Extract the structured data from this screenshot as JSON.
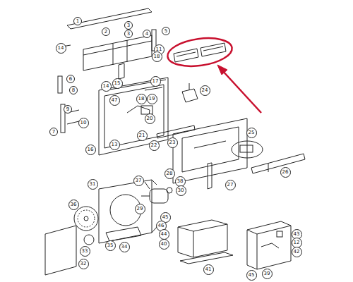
{
  "diagram": {
    "labels": [
      "1",
      "2",
      "3",
      "3",
      "4",
      "5",
      "14",
      "11",
      "18",
      "6",
      "8",
      "9",
      "7",
      "10",
      "16",
      "13",
      "14",
      "15",
      "17",
      "19",
      "20",
      "21",
      "22",
      "23",
      "24",
      "25",
      "26",
      "27",
      "28",
      "37",
      "38",
      "30",
      "31",
      "36",
      "29",
      "45",
      "46",
      "44",
      "34",
      "35",
      "33",
      "32",
      "40",
      "41",
      "43",
      "12",
      "42",
      "45",
      "39",
      "47",
      "18"
    ]
  }
}
